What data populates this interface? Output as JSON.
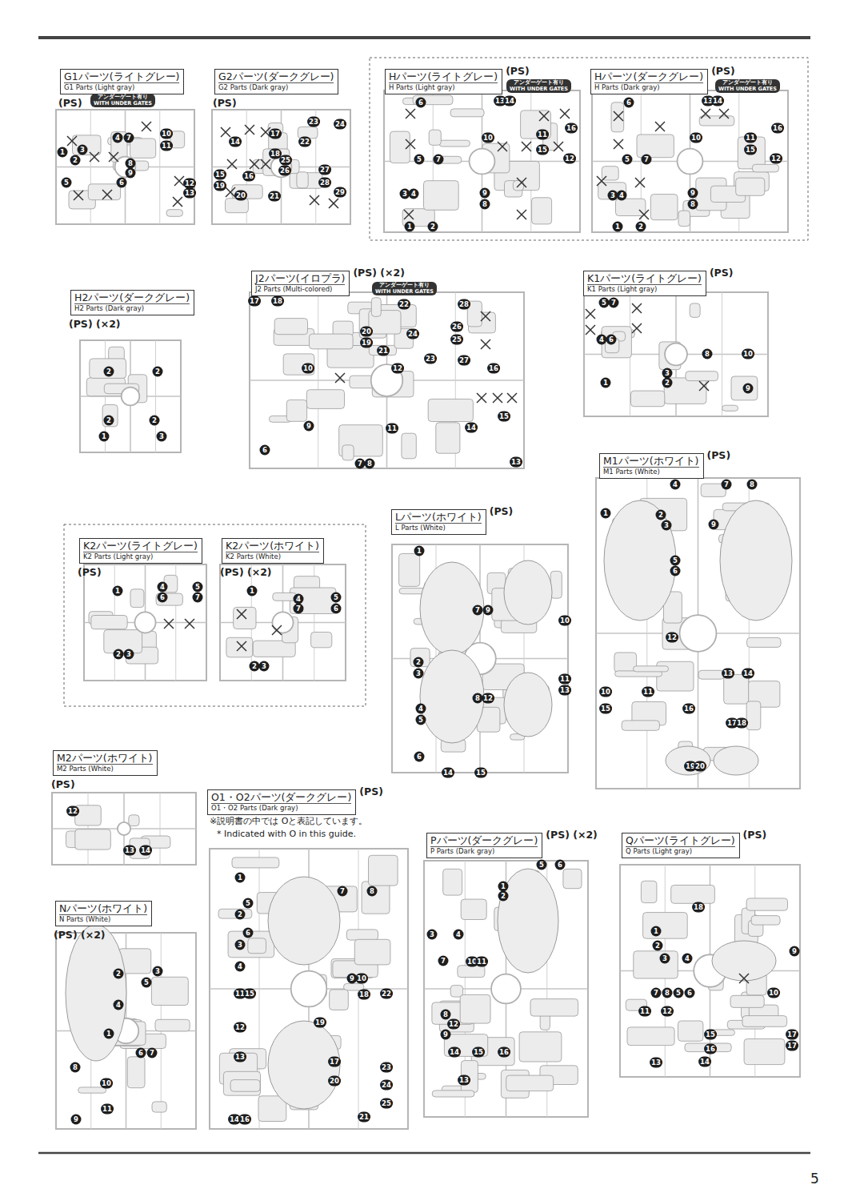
{
  "diagram": {
    "nodes": [
      {
        "text": [
          "G1パーツ(ライトグレー)",
          "G1 Parts (Light gray)",
          "(PS)"
        ]
      },
      {
        "text": [
          "アンダーゲート有り",
          "WITH UNDER GATES"
        ]
      },
      {
        "text": [
          "G2パーツ(ダークグレー)",
          "G2 Parts (Dark gray)",
          "(PS)"
        ]
      },
      {
        "text": [
          "Hパーツ(ライトグレー)",
          "H Parts (Light gray)",
          "(PS)"
        ]
      },
      {
        "text": [
          "アンダーゲート有り",
          "WITH UNDER GATES"
        ]
      },
      {
        "text": [
          "Hパーツ(ダークグレー)",
          "H Parts (Dark gray)",
          "(PS)"
        ]
      },
      {
        "text": [
          "アンダーゲート有り",
          "WITH UNDER GATES"
        ]
      },
      {
        "text": [
          "H2パーツ(ダークグレー)",
          "H2 Parts (Dark gray)",
          "(PS) (×2)"
        ]
      },
      {
        "text": [
          "J2パーツ(イロプラ)",
          "J2 Parts (Multi-colored)",
          "(PS) (×2)"
        ]
      },
      {
        "text": [
          "アンダーゲート有り",
          "WITH UNDER GATES"
        ]
      },
      {
        "text": [
          "K1パーツ(ライトグレー)",
          "K1 Parts (Light gray)",
          "(PS)"
        ]
      },
      {
        "text": [
          "M1パーツ(ホワイト)",
          "M1 Parts (White)",
          "(PS)"
        ]
      },
      {
        "text": [
          "Lパーツ(ホワイト)",
          "L Parts (White)",
          "(PS)"
        ]
      },
      {
        "text": [
          "K2パーツ(ライトグレー)",
          "K2 Parts (Light gray)",
          "(PS)"
        ]
      },
      {
        "text": [
          "K2パーツ(ホワイト)",
          "K2 Parts (White)",
          "(PS) (×2)"
        ]
      },
      {
        "text": [
          "M2パーツ(ホワイト)",
          "M2 Parts (White)",
          "(PS)"
        ]
      },
      {
        "text": [
          "O1・O2パーツ(ダークグレー)",
          "O1・O2 Parts (Dark gray)",
          "(PS)"
        ]
      },
      {
        "text": [
          "Pパーツ(ダークグレー)",
          "P Parts (Dark gray)",
          "(PS) (×2)"
        ]
      },
      {
        "text": [
          "Qパーツ(ライトグレー)",
          "Q Parts (Light gray)",
          "(PS)"
        ]
      },
      {
        "text": [
          "Nパーツ(ホワイト)",
          "N Parts (White)",
          "(PS) (×2)"
        ]
      }
    ],
    "labels": [
      "1",
      "3",
      "2",
      "4",
      "7",
      "10",
      "11",
      "8",
      "9",
      "5",
      "6",
      "12",
      "13",
      "23",
      "24",
      "14",
      "17",
      "22",
      "18",
      "25",
      "26",
      "15",
      "16",
      "19",
      "20",
      "21",
      "27",
      "28",
      "29",
      "6",
      "13",
      "14",
      "5",
      "7",
      "10",
      "11",
      "15",
      "16",
      "12",
      "3",
      "4",
      "9",
      "8",
      "1",
      "2",
      "6",
      "13",
      "14",
      "5",
      "7",
      "10",
      "11",
      "15",
      "16",
      "12",
      "3",
      "4",
      "9",
      "8",
      "1",
      "2",
      "2",
      "2",
      "2",
      "2",
      "1",
      "3",
      "17",
      "18",
      "22",
      "20",
      "19",
      "21",
      "24",
      "23",
      "28",
      "26",
      "25",
      "27",
      "10",
      "12",
      "16",
      "15",
      "9",
      "11",
      "14",
      "6",
      "7",
      "8",
      "13",
      "5",
      "7",
      "4",
      "6",
      "8",
      "10",
      "3",
      "2",
      "1",
      "9",
      "4",
      "7",
      "8",
      "1",
      "2",
      "3",
      "9",
      "5",
      "6",
      "12",
      "13",
      "14",
      "10",
      "11",
      "15",
      "16",
      "17",
      "18",
      "19",
      "20",
      "1",
      "7",
      "9",
      "10",
      "2",
      "3",
      "8",
      "12",
      "11",
      "13",
      "4",
      "5",
      "6",
      "14",
      "15",
      "1",
      "4",
      "5",
      "6",
      "7",
      "2",
      "3",
      "1",
      "4",
      "5",
      "6",
      "7",
      "2",
      "3",
      "12",
      "13",
      "14",
      "※説明書の中では Oと表記しています。",
      "* Indicated with O in this guide.",
      "1",
      "5",
      "2",
      "6",
      "3",
      "4",
      "7",
      "8",
      "9",
      "10",
      "11",
      "15",
      "22",
      "18",
      "12",
      "19",
      "13",
      "17",
      "20",
      "14",
      "16",
      "21",
      "23",
      "24",
      "25",
      "5",
      "6",
      "1",
      "2",
      "3",
      "4",
      "7",
      "10",
      "11",
      "8",
      "12",
      "9",
      "14",
      "15",
      "16",
      "13",
      "18",
      "1",
      "2",
      "3",
      "4",
      "9",
      "10",
      "7",
      "8",
      "5",
      "6",
      "11",
      "12",
      "13",
      "15",
      "14",
      "16",
      "17",
      "17",
      "2",
      "5",
      "3",
      "4",
      "1",
      "6",
      "7",
      "8",
      "10",
      "9",
      "11",
      "5"
    ]
  }
}
